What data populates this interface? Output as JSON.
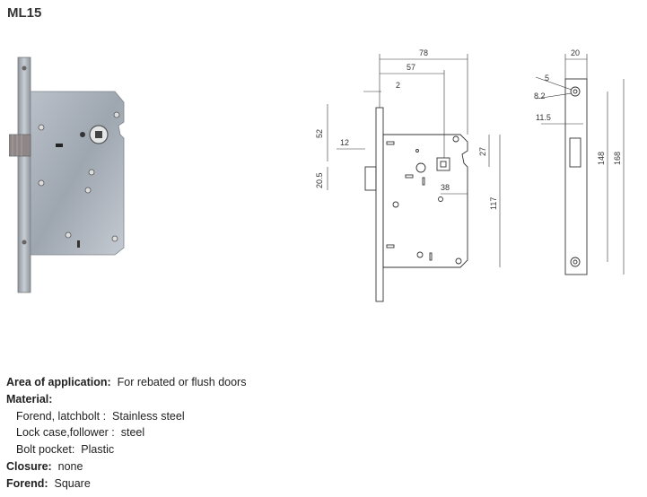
{
  "product": {
    "title": "ML15"
  },
  "drawing": {
    "dims": {
      "d78": "78",
      "d57": "57",
      "d2": "2",
      "d52": "52",
      "d12": "12",
      "d20_5": "20.5",
      "d27": "27",
      "d38": "38",
      "d117": "117",
      "d20": "20",
      "d5": "5",
      "d8_2": "8.2",
      "d11_5": "11.5",
      "d148": "148",
      "d168": "168"
    }
  },
  "specs": {
    "area": {
      "label": "Area of application:",
      "value": "For rebated or flush doors"
    },
    "material": {
      "label": "Material:"
    },
    "forend_latch": {
      "label": "Forend, latchbolt :",
      "value": "Stainless steel"
    },
    "lock_case": {
      "label": "Lock case,follower :",
      "value": "steel"
    },
    "bolt_pocket": {
      "label": "Bolt pocket:",
      "value": "Plastic"
    },
    "closure": {
      "label": "Closure:",
      "value": "none"
    },
    "forend": {
      "label": "Forend:",
      "value": "Square"
    }
  }
}
